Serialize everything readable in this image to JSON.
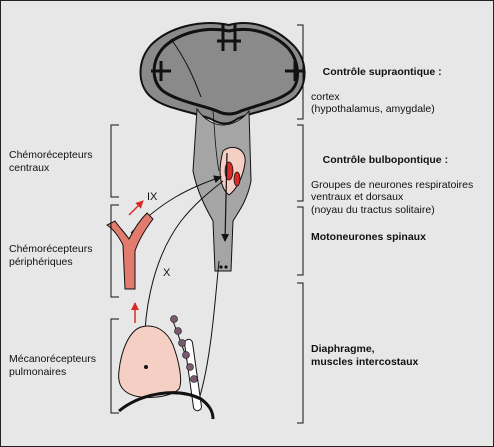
{
  "left_labels": {
    "central_chemoreceptors": "Chémorécepteurs\ncentraux",
    "peripheral_chemoreceptors": "Chémorécepteurs\npériphériques",
    "pulmonary_mechanoreceptors": "Mécanorécepteurs\npulmonaires"
  },
  "nerve_labels": {
    "glossopharyngeal": "IX",
    "vagus": "X"
  },
  "right_labels": {
    "supra": {
      "title": "Contrôle supraontique :",
      "lines": "cortex\n(hypothalamus, amygdale)"
    },
    "bulbo": {
      "title": "Contrôle bulbopontique :",
      "lines": "Groupes de neurones respiratoires\nventraux et dorsaux\n(noyau du tractus solitaire)"
    },
    "spinal": {
      "title": "Motoneurones spinaux"
    },
    "muscles": {
      "title": "Diaphragme,\nmuscles intercostaux"
    }
  },
  "colors": {
    "background": "#e7e7e7",
    "brain": "#8a8a8a",
    "brainstem": "#a5a5a5",
    "pink": "#f5cfc3",
    "red": "#d92a2a",
    "artery": "#e07b6d",
    "nerve_beads": "#7a5a70"
  },
  "icons": [
    "brain-icon",
    "brainstem-icon",
    "carotid-artery-icon",
    "lung-icon",
    "diaphragm-icon"
  ]
}
